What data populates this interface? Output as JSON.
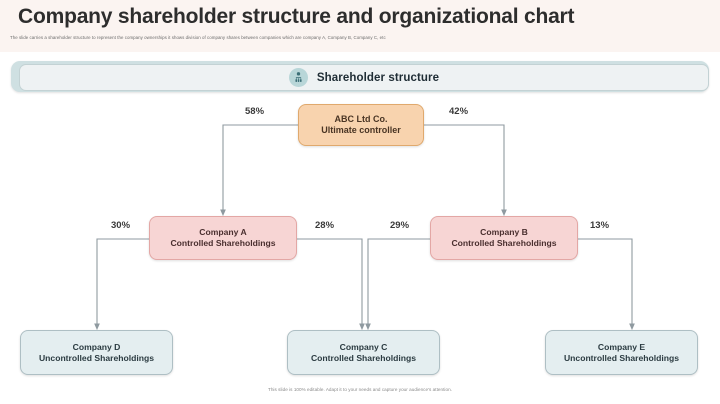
{
  "header": {
    "title": "Company shareholder structure and organizational chart",
    "subtitle": "The slide carries a shareholder structure to represent the company ownerships it shows division of company shares between companies which are company A, Company B, Company C, etc"
  },
  "section": {
    "icon": "shareholder-group-icon",
    "label": "Shareholder structure"
  },
  "chart_data": {
    "type": "diagram",
    "title": "Shareholder structure",
    "nodes": [
      {
        "id": "root",
        "line1": "ABC Ltd Co.",
        "line2": "Ultimate controller",
        "level": 0,
        "fill": "#f8d3ae",
        "border": "#e0a96d"
      },
      {
        "id": "a",
        "line1": "Company A",
        "line2": "Controlled Shareholdings",
        "level": 1,
        "fill": "#f7d5d4",
        "border": "#e3a7a5"
      },
      {
        "id": "b",
        "line1": "Company B",
        "line2": "Controlled Shareholdings",
        "level": 1,
        "fill": "#f7d5d4",
        "border": "#e3a7a5"
      },
      {
        "id": "d",
        "line1": "Company D",
        "line2": "Uncontrolled Shareholdings",
        "level": 2,
        "fill": "#e4eef0",
        "border": "#aebfc4"
      },
      {
        "id": "c",
        "line1": "Company C",
        "line2": "Controlled Shareholdings",
        "level": 2,
        "fill": "#e4eef0",
        "border": "#aebfc4"
      },
      {
        "id": "e",
        "line1": "Company E",
        "line2": "Uncontrolled Shareholdings",
        "level": 2,
        "fill": "#e4eef0",
        "border": "#aebfc4"
      }
    ],
    "edges": [
      {
        "from": "root",
        "to": "a",
        "label": "58%"
      },
      {
        "from": "root",
        "to": "b",
        "label": "42%"
      },
      {
        "from": "a",
        "to": "d",
        "label": "30%"
      },
      {
        "from": "a",
        "to": "c",
        "label": "28%"
      },
      {
        "from": "b",
        "to": "c",
        "label": "29%"
      },
      {
        "from": "b",
        "to": "e",
        "label": "13%"
      }
    ]
  },
  "footer": {
    "note": "This slide is 100% editable. Adapt it to your needs and capture your audience's attention."
  },
  "colors": {
    "header_band": "#fbf4f1",
    "section_bar": "#cfe0e2",
    "root_fill": "#f8d3ae",
    "mid_fill": "#f7d5d4",
    "leaf_fill": "#e4eef0",
    "connector": "#8f9aa0"
  }
}
